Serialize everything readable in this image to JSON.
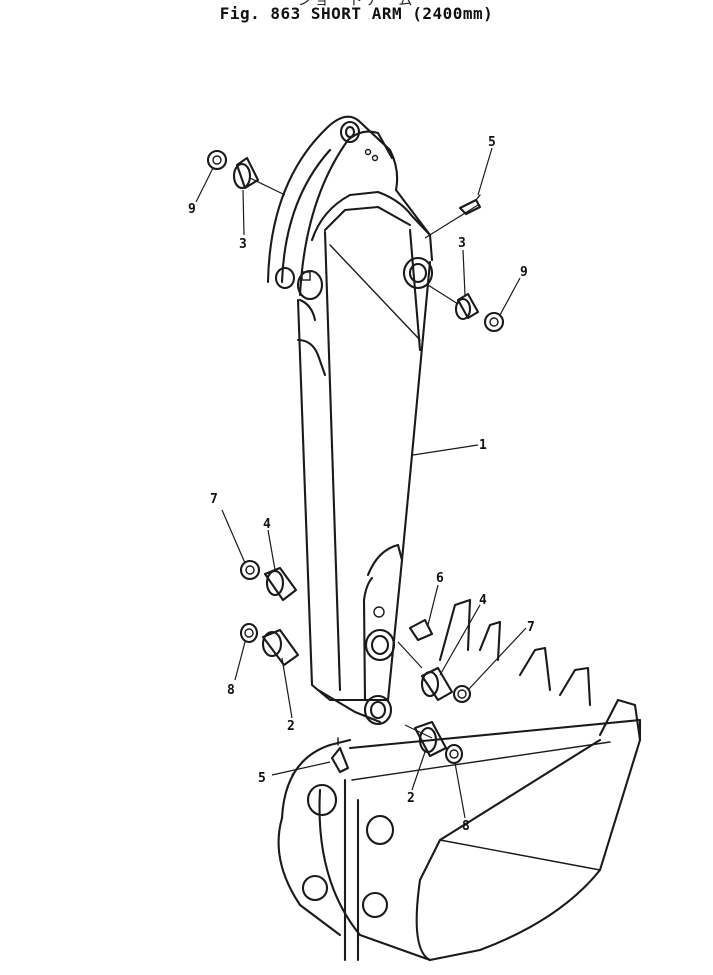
{
  "figure": {
    "title_jp": "ショートアーム",
    "title": "Fig. 863   SHORT ARM (2400mm)"
  },
  "callouts": [
    {
      "id": "c-5a",
      "label": "5"
    },
    {
      "id": "c-9a",
      "label": "9"
    },
    {
      "id": "c-3a",
      "label": "3"
    },
    {
      "id": "c-3b",
      "label": "3"
    },
    {
      "id": "c-9b",
      "label": "9"
    },
    {
      "id": "c-1",
      "label": "1"
    },
    {
      "id": "c-7a",
      "label": "7"
    },
    {
      "id": "c-4a",
      "label": "4"
    },
    {
      "id": "c-6",
      "label": "6"
    },
    {
      "id": "c-4b",
      "label": "4"
    },
    {
      "id": "c-7b",
      "label": "7"
    },
    {
      "id": "c-8a",
      "label": "8"
    },
    {
      "id": "c-2a",
      "label": "2"
    },
    {
      "id": "c-5b",
      "label": "5"
    },
    {
      "id": "c-2b",
      "label": "2"
    },
    {
      "id": "c-8b",
      "label": "8"
    }
  ]
}
